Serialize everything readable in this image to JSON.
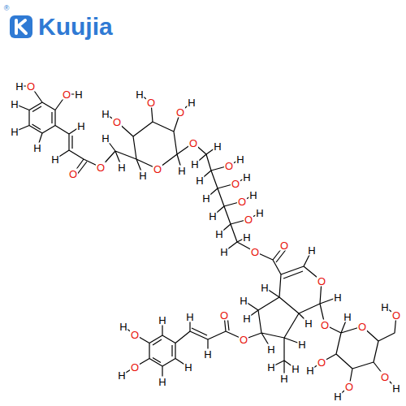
{
  "diagram": {
    "labels": [
      "Kuujia",
      "®",
      "H",
      "O",
      "O",
      "H",
      "H",
      "H",
      "H",
      "H",
      "H",
      "O",
      "O",
      "H",
      "H",
      "O",
      "H",
      "O",
      "H",
      "O",
      "H",
      "O",
      "H",
      "O",
      "H",
      "H",
      "H",
      "O",
      "H",
      "H",
      "O",
      "H",
      "H",
      "O",
      "H",
      "H",
      "O",
      "H",
      "H",
      "H",
      "H",
      "O",
      "O",
      "H",
      "O",
      "H",
      "O",
      "H",
      "H",
      "H",
      "O",
      "H",
      "H",
      "H",
      "H",
      "H",
      "H",
      "O",
      "H",
      "H",
      "H",
      "O",
      "H",
      "O",
      "H",
      "H",
      "H",
      "O",
      "H",
      "O",
      "H",
      "O",
      "H",
      "O",
      "H",
      "O",
      "H"
    ]
  }
}
